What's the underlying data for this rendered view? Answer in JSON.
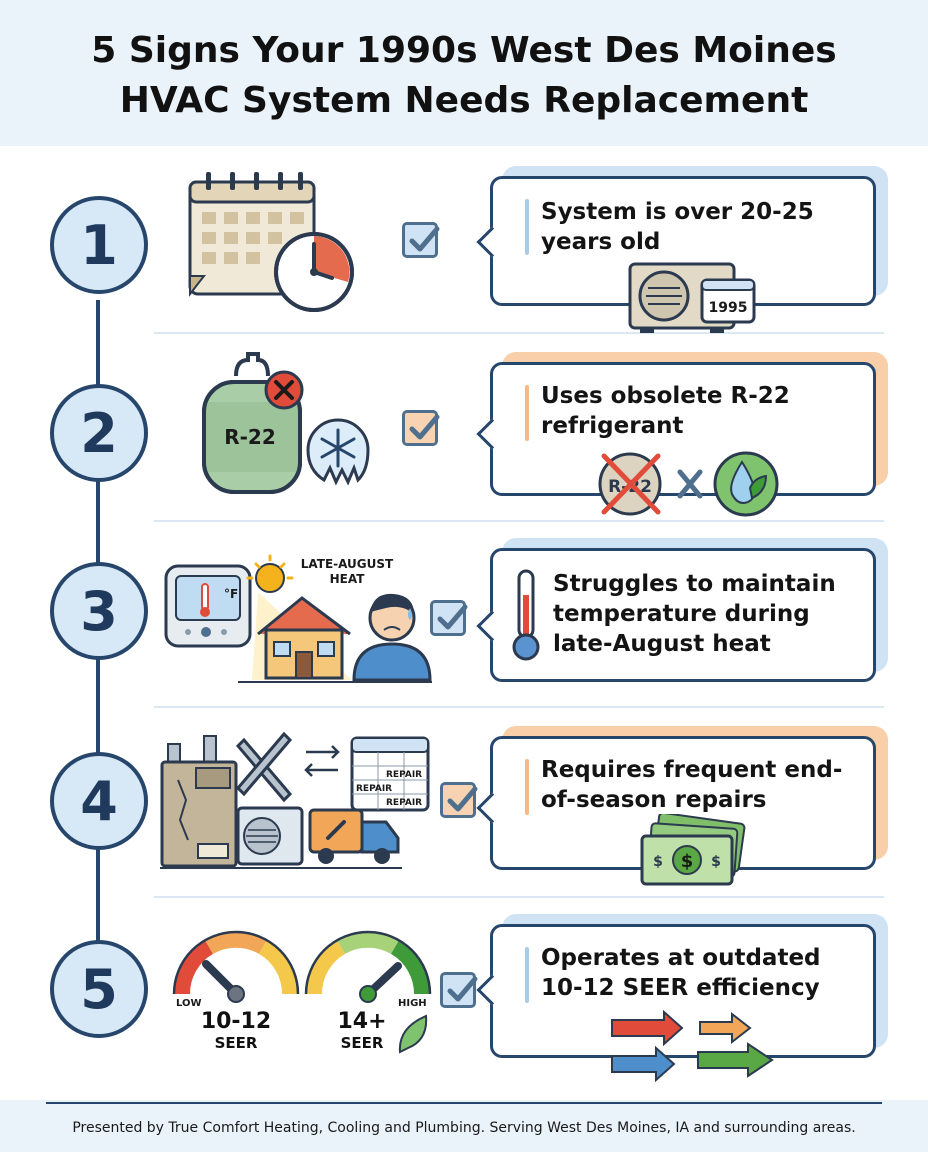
{
  "title_line1": "5 Signs Your 1990s West Des Moines",
  "title_line2": "HVAC System Needs Replacement",
  "signs": [
    {
      "number": "1",
      "text": "System is over 20-25 years old",
      "badge": "1995"
    },
    {
      "number": "2",
      "text": "Uses obsolete R-22 refrigerant",
      "tank_label": "R-22",
      "crossed_label": "R-22"
    },
    {
      "number": "3",
      "text": "Struggles to maintain temperature during late-August heat",
      "heat_label_1": "LATE-AUGUST",
      "heat_label_2": "HEAT",
      "thermostat_unit": "°F"
    },
    {
      "number": "4",
      "text": "Requires frequent end-of-season repairs",
      "repair_label": "REPAIR",
      "money_symbol": "$"
    },
    {
      "number": "5",
      "text": "Operates at outdated 10-12 SEER efficiency",
      "gauge_low_label": "LOW",
      "gauge_high_label": "HIGH",
      "old_seer": "10-12",
      "new_seer": "14+",
      "seer_unit": "SEER"
    }
  ],
  "footer": "Presented by True Comfort Heating, Cooling and Plumbing. Serving West Des Moines, IA and surrounding areas.",
  "colors": {
    "navy": "#27466b",
    "light_blue": "#cfe3f4",
    "light_orange": "#f8cfa8",
    "red": "#e04b3a",
    "green": "#3f9b3a"
  }
}
